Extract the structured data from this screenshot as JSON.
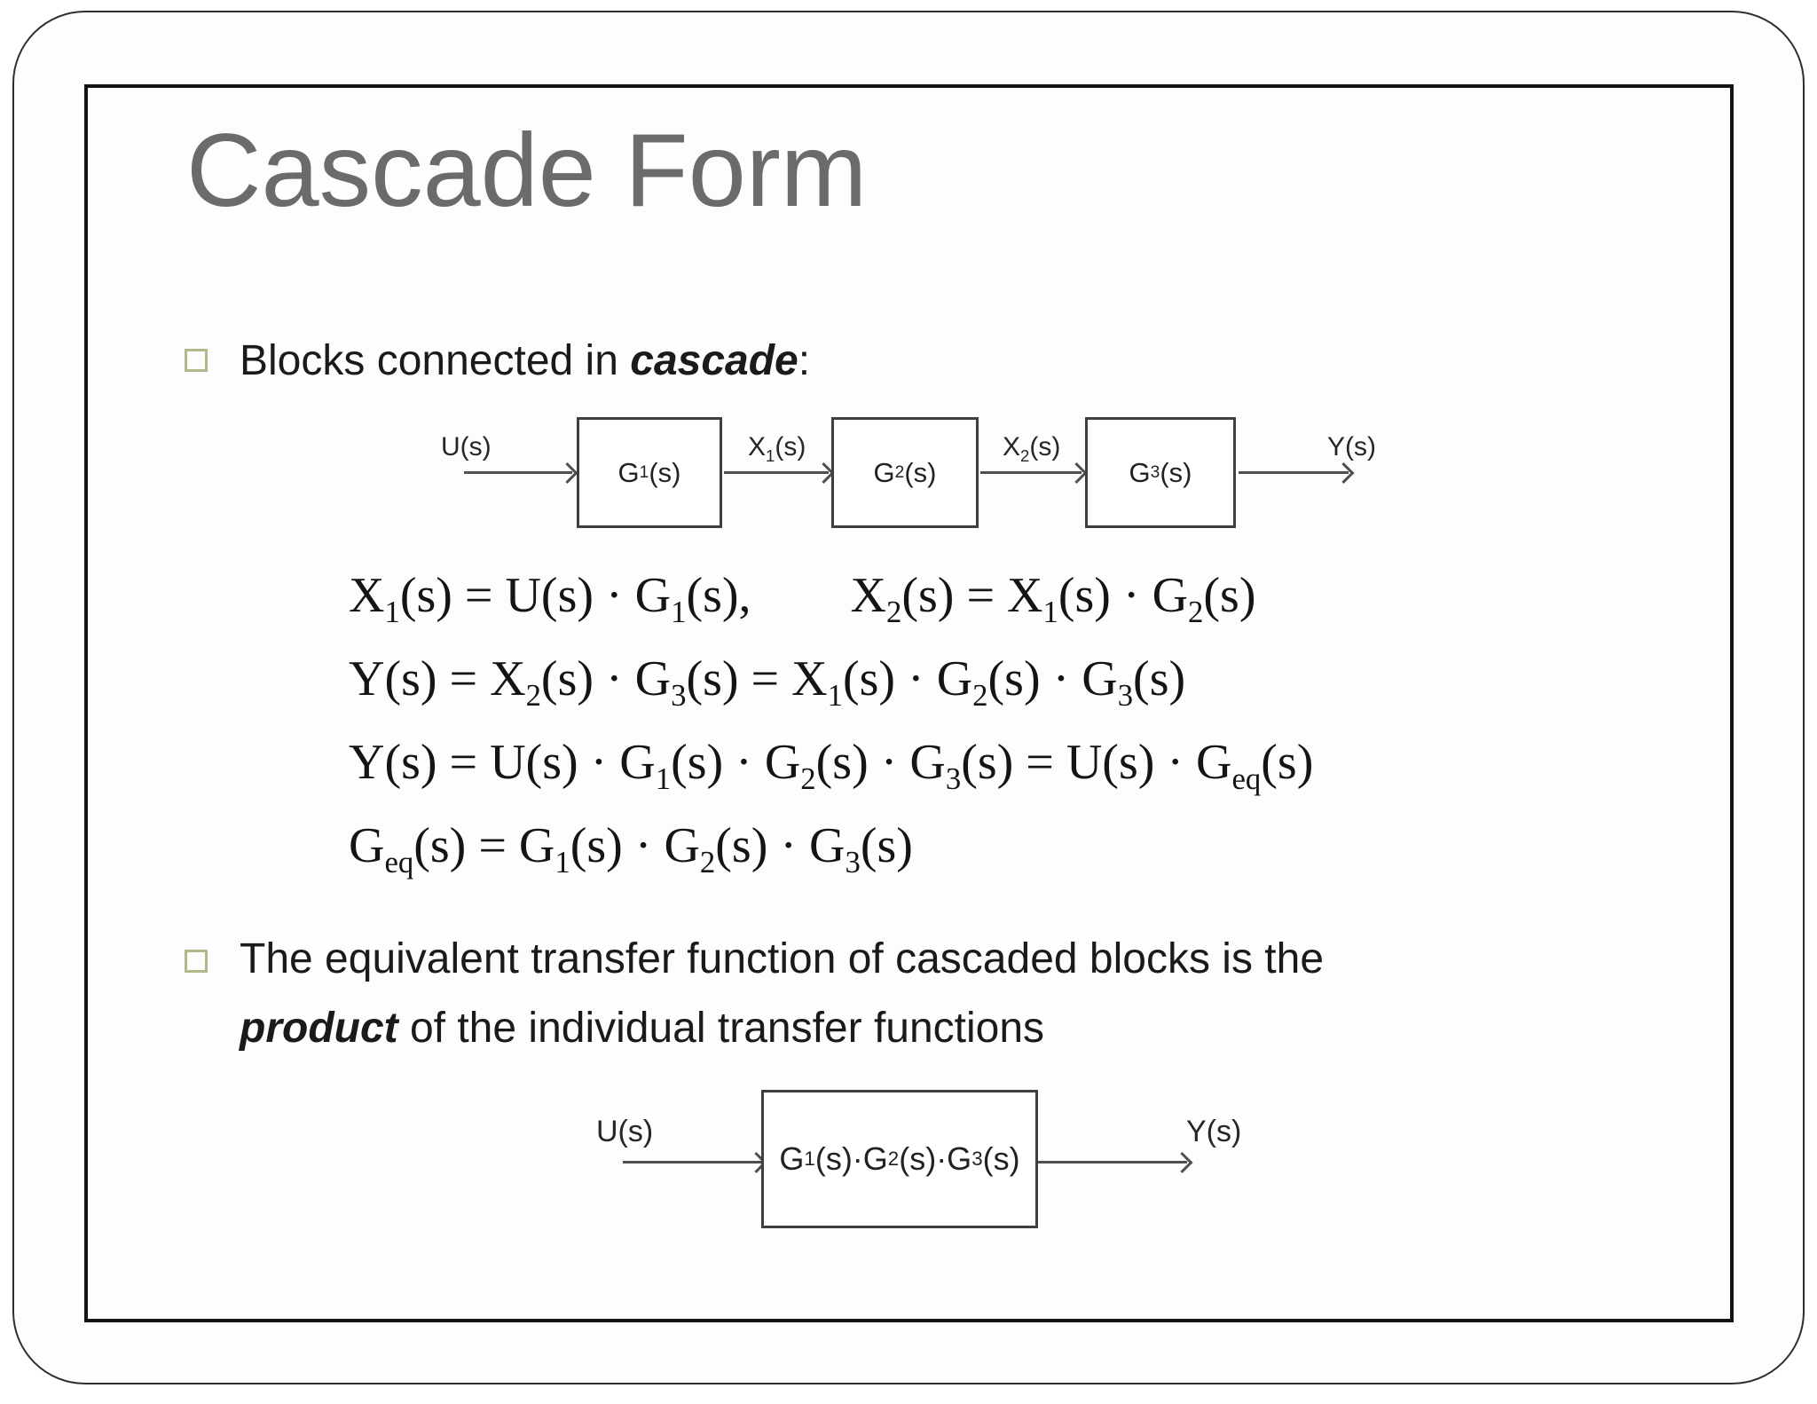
{
  "slide": {
    "title": "Cascade Form",
    "bullets": [
      {
        "prefix": "Blocks connected in ",
        "emphasis": "cascade",
        "suffix": ":"
      },
      {
        "line1": "The equivalent transfer function of cascaded blocks is the",
        "emphasis": "product",
        "suffix": " of the individual transfer functions"
      }
    ],
    "equations": [
      "X_{1}(s) = U(s) · G_{1}(s),        X_{2}(s) = X_{1}(s) · G_{2}(s)",
      "Y(s) = X_{2}(s) · G_{3}(s) = X_{1}(s) · G_{2}(s) · G_{3}(s)",
      "Y(s) = U(s) · G_{1}(s) · G_{2}(s) · G_{3}(s) = U(s) · G_{eq}(s)",
      "G_{eq}(s) = G_{1}(s) · G_{2}(s) · G_{3}(s)"
    ],
    "diagram_cascade": {
      "input": "U(s)",
      "block1": "G_{1}(s)",
      "signal1": "X_{1}(s)",
      "block2": "G_{2}(s)",
      "signal2": "X_{2}(s)",
      "block3": "G_{3}(s)",
      "output": "Y(s)"
    },
    "diagram_equivalent": {
      "input": "U(s)",
      "block": "G_{1}(s)·G_{2}(s)·G_{3}(s)",
      "output": "Y(s)"
    },
    "colors": {
      "title": "#6b6b6b",
      "body-text": "#1a1a1a",
      "equation-text": "#141414",
      "bullet-square": "#b3b78a",
      "block-border": "#3f3f3f",
      "arrow": "#4f4f4f",
      "inner-frame": "#141414",
      "outer-frame": "#2e2e2e",
      "background": "#fdfdfd"
    }
  }
}
